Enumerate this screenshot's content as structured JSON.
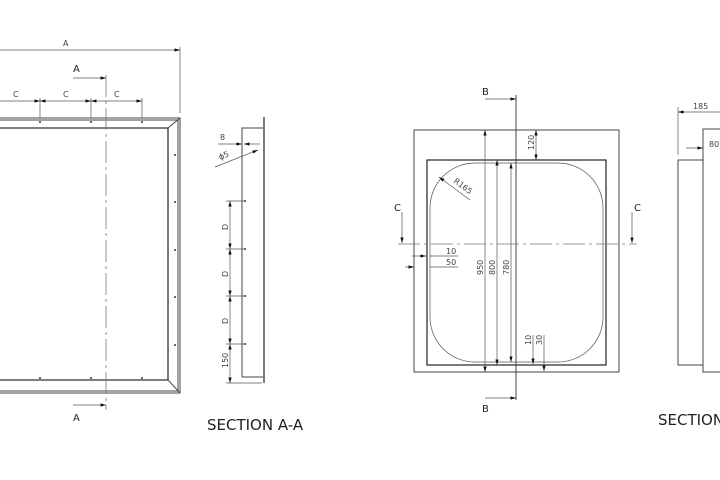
{
  "front_view": {
    "dim_overall": "A",
    "dim_spacing": [
      "C",
      "C",
      "C"
    ],
    "section_marker_top": "A",
    "section_marker_bottom": "A"
  },
  "section_aa": {
    "title": "SECTION A-A",
    "dim_flange": "8",
    "dim_hole": "ϕ5",
    "dim_pitch": [
      "D",
      "D",
      "D"
    ],
    "dim_end": "150"
  },
  "middle_view": {
    "section_marker_b_top": "B",
    "section_marker_b_bottom": "B",
    "section_marker_c_left": "C",
    "section_marker_c_right": "C",
    "dim_radius": "R165",
    "dim_950": "950",
    "dim_800": "800",
    "dim_780": "780",
    "dim_120": "120",
    "dim_10_left": "10",
    "dim_50": "50",
    "dim_10_bottom": "10",
    "dim_30": "30"
  },
  "right_view": {
    "dim_185": "185",
    "dim_80": "80",
    "title": "SECTION"
  }
}
